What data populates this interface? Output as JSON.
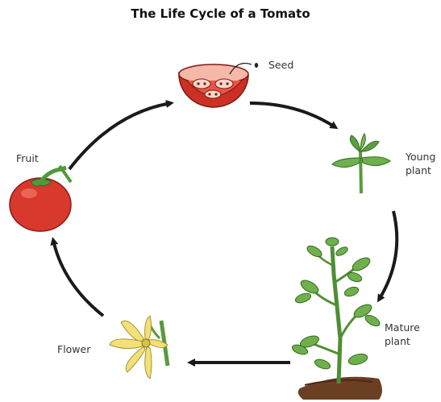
{
  "title": "The Life Cycle of a Tomato",
  "stages": {
    "seed": "Seed",
    "young_plant_line1": "Young",
    "young_plant_line2": "plant",
    "mature_plant_line1": "Mature",
    "mature_plant_line2": "plant",
    "flower": "Flower",
    "fruit": "Fruit"
  },
  "colors": {
    "arrow": "#1a1a1a",
    "tomato_red": "#d9382c",
    "leaf_green": "#4e9a3a",
    "petal_yellow": "#f2e07a",
    "soil_brown": "#6b3f22"
  }
}
